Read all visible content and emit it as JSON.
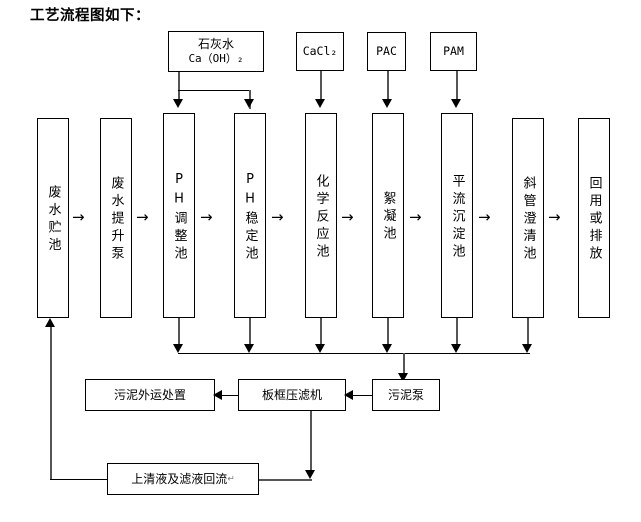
{
  "title": "工艺流程图如下：",
  "chemical_boxes": [
    {
      "name": "lime-water",
      "line1": "石灰水",
      "line2": "Ca（OH）₂"
    },
    {
      "name": "calcium-chloride",
      "line1": "CaCl₂",
      "line2": ""
    },
    {
      "name": "pac",
      "line1": "PAC",
      "line2": ""
    },
    {
      "name": "pam",
      "line1": "PAM",
      "line2": ""
    }
  ],
  "process_boxes": [
    {
      "name": "wastewater-storage-tank",
      "label": "废水贮池"
    },
    {
      "name": "wastewater-lift-pump",
      "label": "废水提升泵"
    },
    {
      "name": "ph-adjustment-tank",
      "label": "PH调整池"
    },
    {
      "name": "ph-stabilization-tank",
      "label": "PH稳定池"
    },
    {
      "name": "chemical-reaction-tank",
      "label": "化学反应池"
    },
    {
      "name": "flocculation-tank",
      "label": "絮凝池"
    },
    {
      "name": "horizontal-flow-sedimentation-tank",
      "label": "平流沉淀池"
    },
    {
      "name": "inclined-tube-clarifier",
      "label": "斜管澄清池"
    },
    {
      "name": "reuse-or-discharge",
      "label": "回用或排放"
    }
  ],
  "sludge_boxes": [
    {
      "name": "sludge-offsite-disposal",
      "label": "污泥外运处置"
    },
    {
      "name": "plate-frame-filter-press",
      "label": "板框压滤机"
    },
    {
      "name": "sludge-pump",
      "label": "污泥泵"
    }
  ],
  "return_box": {
    "name": "supernatant-filtrate-return",
    "label": "上清液及滤液回流",
    "paragraph_mark": "↵"
  },
  "flow_arrow_glyph": "→",
  "colors": {
    "line": "#000000",
    "thick_line": "#555555",
    "background": "#ffffff",
    "text": "#000000"
  }
}
